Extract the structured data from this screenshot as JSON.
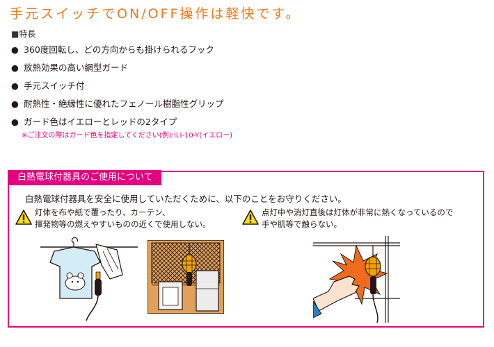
{
  "headline": "手元スイッチでON/OFF操作は軽快です。",
  "features_heading": "■特長",
  "bullet_glyph": "●",
  "features": [
    "360度回転し、どの方向からも掛けられるフック",
    "放熱効果の高い網型ガード",
    "手元スイッチ付",
    "耐熱性・絶縁性に優れたフェノール樹脂性グリップ",
    "ガード色はイエローとレッドの2タイプ"
  ],
  "order_note": "※ご注文の際はガード色を指定してください(例):ILI-10-Y(イエロー)",
  "caution": {
    "title": "白熱電球付器具のご使用について",
    "lead": "白熱電球付器具を安全に使用していただくために、以下のことをお守りください。",
    "warnings": [
      {
        "icon": "warning-triangle-icon",
        "lines": [
          "灯体を布や紙で覆ったり、カーテン、",
          "揮発物等の燃えやすいものの近くで使用しない。"
        ]
      },
      {
        "icon": "warning-triangle-icon",
        "lines": [
          "点灯中や消灯直後は灯体が非常に熱くなっているので",
          "手や肌等で触らない。"
        ]
      }
    ]
  },
  "colors": {
    "headline": "#ee7a1a",
    "accent_pink": "#e4007f",
    "warning_yellow": "#ffe100",
    "guard_yellow": "#f5a200",
    "burst_orange": "#ef6c1c",
    "shelf_tan": "#e2a158",
    "sleeve_blue": "#2f7fbf",
    "wall_light_blue": "#d4ecf6"
  }
}
